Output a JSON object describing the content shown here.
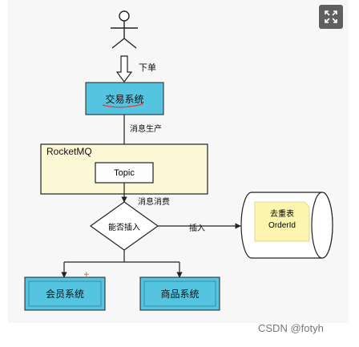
{
  "diagram": {
    "actor_label": "下单",
    "trade_system": "交易系统",
    "produce_label": "消息生产",
    "mq_title": "RocketMQ",
    "topic": "Topic",
    "consume_label": "消息消费",
    "decision": "能否插入",
    "insert_label": "插入",
    "db_note_line1": "去重表",
    "db_note_line2": "OrderId",
    "member_system": "会员系统",
    "goods_system": "商品系统"
  },
  "footer": {
    "watermark": "CSDN @fotyh"
  },
  "colors": {
    "system_box": "#55c4e0",
    "mq_box": "#fcf7d4",
    "note": "#fbf5b0",
    "annotation_red": "#e0443a"
  },
  "icons": {
    "expand": "expand-icon",
    "actor": "actor-icon"
  }
}
